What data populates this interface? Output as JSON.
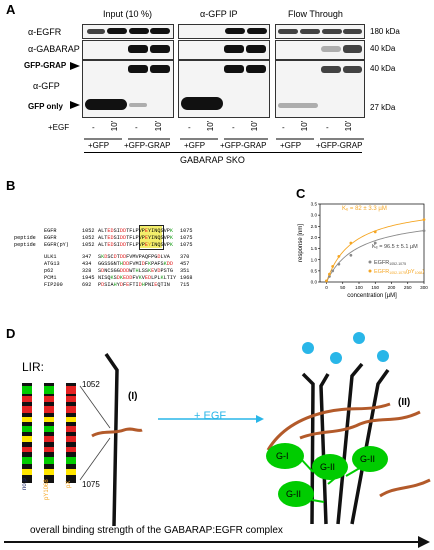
{
  "panel_a": {
    "letter": "A",
    "headers": [
      "Input (10 %)",
      "α-GFP IP",
      "Flow Through"
    ],
    "rows": [
      "α-EGFR",
      "α-GABARAP",
      "GFP-GRAP",
      "α-GFP",
      "GFP only"
    ],
    "markers": [
      "180 kDa",
      "40 kDa",
      "40 kDa",
      "27 kDa"
    ],
    "egf_label": "+EGF",
    "egf_minus": "-",
    "egf_plus": "10'",
    "groups": [
      "+GFP",
      "+GFP-GRAP"
    ],
    "footer": "GABARAP SKO"
  },
  "panel_b": {
    "letter": "B",
    "rows": [
      {
        "pre": "",
        "name": "EGFR",
        "start": "1052",
        "seq": "ALTEDSIDDTFLPVPEYINQSVPK",
        "end": "1075"
      },
      {
        "pre": "peptide",
        "name": "EGFR",
        "start": "1052",
        "seq": "ALTEDSIDDTFLPVPEYINQSVPK",
        "end": "1075"
      },
      {
        "pre": "peptide",
        "name": "EGFR(pY)",
        "start": "1052",
        "seq": "ALTEDSIDDTFLPVPEYINQSVPK",
        "end": "1075"
      },
      {
        "pre": "",
        "name": "ULK1",
        "start": "347",
        "seq": "SKDSCDTDDFVMVPAQFPGDLVA",
        "end": "370"
      },
      {
        "pre": "",
        "name": "ATG13",
        "start": "434",
        "seq": "GGSSGNTHDDFVMIDFKPAFSKDD",
        "end": "457"
      },
      {
        "pre": "",
        "name": "p62",
        "start": "328",
        "seq": "SDNCSGGDDDWTHLSSKEVDPSTG",
        "end": "351"
      },
      {
        "pre": "",
        "name": "PCM1",
        "start": "1945",
        "seq": "NISQKSDKEDDFVKVEDLPLKLTIY",
        "end": "1968"
      },
      {
        "pre": "",
        "name": "FIP200",
        "start": "692",
        "seq": "PDSIAHYDFEFTIDHPNIEQTIN",
        "end": "715"
      }
    ]
  },
  "panel_c": {
    "letter": "C",
    "ylabel": "response [nm]",
    "xlabel": "concentration [µM]",
    "kd_top": "Kₑ = 82 ± 3.3 µM",
    "kd_bottom": "Kₑ = 96.5 ± 5.1 µM",
    "legend_1": "EGFR",
    "legend_1_sub": "1052-1075",
    "legend_2": "EGFR",
    "legend_2_sub": "1052-1075",
    "legend_2_suffix": "(pY",
    "legend_2_sub2": "1068",
    "legend_2_end": ")",
    "colors": {
      "gray": "#8a8a8a",
      "orange": "#f5a623"
    }
  },
  "chart_data": {
    "type": "scatter",
    "xlabel": "concentration [µM]",
    "ylabel": "response [nm]",
    "xlim": [
      -20,
      300
    ],
    "ylim": [
      0,
      3.5
    ],
    "xticks": [
      0,
      50,
      100,
      150,
      200,
      250,
      300
    ],
    "yticks": [
      0.0,
      0.5,
      1.0,
      1.5,
      2.0,
      2.5,
      3.0,
      3.5
    ],
    "series": [
      {
        "name": "EGFR 1052-1075",
        "color": "#8a8a8a",
        "x": [
          0,
          9,
          19,
          38,
          75,
          150,
          300
        ],
        "y": [
          0.05,
          0.25,
          0.5,
          0.8,
          1.2,
          1.75,
          2.3
        ]
      },
      {
        "name": "EGFR 1052-1075 (pY1068)",
        "color": "#f5a623",
        "x": [
          0,
          9,
          19,
          38,
          75,
          150,
          300
        ],
        "y": [
          0.05,
          0.35,
          0.7,
          1.15,
          1.75,
          2.25,
          2.8
        ]
      }
    ],
    "fits": [
      {
        "series": "EGFR 1052-1075",
        "kd": 96.5,
        "bmax": 3.05
      },
      {
        "series": "EGFR 1052-1075 (pY1068)",
        "kd": 82,
        "bmax": 3.55
      }
    ]
  },
  "panel_d": {
    "letter": "D",
    "lir": "LIR:",
    "pos_top": "1052",
    "pos_bottom": "1075",
    "col_labels": [
      "no p",
      "pY1068",
      "pX"
    ],
    "state1": "(I)",
    "state2": "(II)",
    "egf": "+ EGF",
    "gi": "G-I",
    "gii": [
      "G-II",
      "G-II",
      "G-II"
    ],
    "bottom": "overall binding strength of the GABARAP:EGFR  complex",
    "colors": {
      "green": "#00cc00",
      "cyan": "#29b6e8",
      "brown": "#b35a2a",
      "orange": "#f5a623",
      "navy": "#1f2a6b"
    }
  }
}
